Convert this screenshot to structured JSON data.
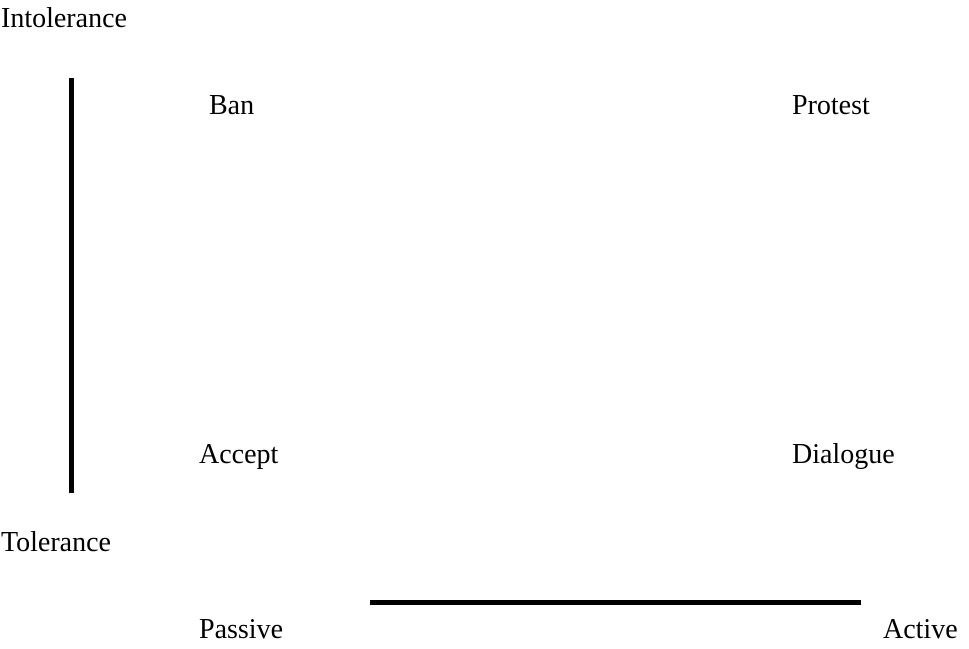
{
  "diagram": {
    "vertical_axis": {
      "top_label": "Intolerance",
      "bottom_label": "Tolerance"
    },
    "horizontal_axis": {
      "left_label": "Passive",
      "right_label": "Active"
    },
    "quadrants": {
      "top_left": "Ban",
      "top_right": "Protest",
      "bottom_left": "Accept",
      "bottom_right": "Dialogue"
    },
    "colors": {
      "background": "#ffffff",
      "ink": "#000000"
    }
  }
}
